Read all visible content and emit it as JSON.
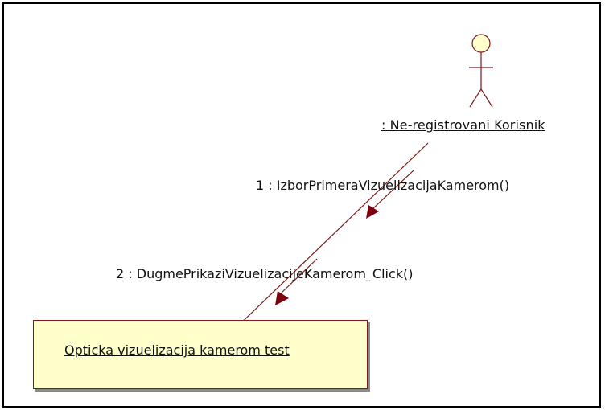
{
  "diagram": {
    "actor": {
      "label": ": Ne-registrovani Korisnik"
    },
    "object": {
      "label": "Opticka vizuelizacija kamerom test"
    },
    "messages": [
      {
        "label": "1 : IzborPrimeraVizuelizacijaKamerom()"
      },
      {
        "label": "2 : DugmePrikaziVizuelizacijeKamerom_Click()"
      }
    ]
  },
  "colors": {
    "actor_fill": "#ffffcc",
    "object_fill": "#ffffcc",
    "line": "#7a1a1a",
    "arrow": "#7a0010",
    "border": "#000000"
  }
}
